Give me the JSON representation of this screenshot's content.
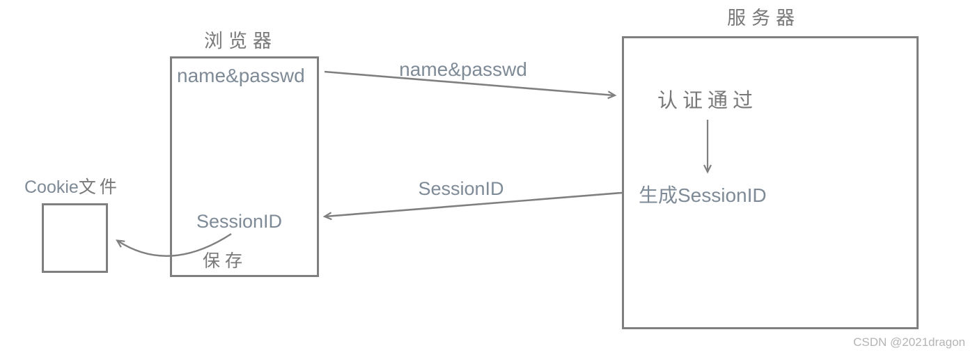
{
  "colors": {
    "line": "#7f7f7f",
    "latin_text": "#7e8a96",
    "cjk_text": "#787878",
    "watermark": "#b4b4b4",
    "background": "#ffffff"
  },
  "browser": {
    "title": "浏览器",
    "credential": "name&passwd",
    "session_id": "SessionID",
    "save_label": "保存"
  },
  "server": {
    "title": "服务器",
    "auth_status": "认证通过",
    "generate_session": "生成SessionID"
  },
  "cookie_file": {
    "label_latin": "Cookie",
    "label_cjk": "文件"
  },
  "flows": {
    "login_request_label": "name&passwd",
    "session_response_label": "SessionID"
  },
  "watermark": "CSDN @2021dragon"
}
